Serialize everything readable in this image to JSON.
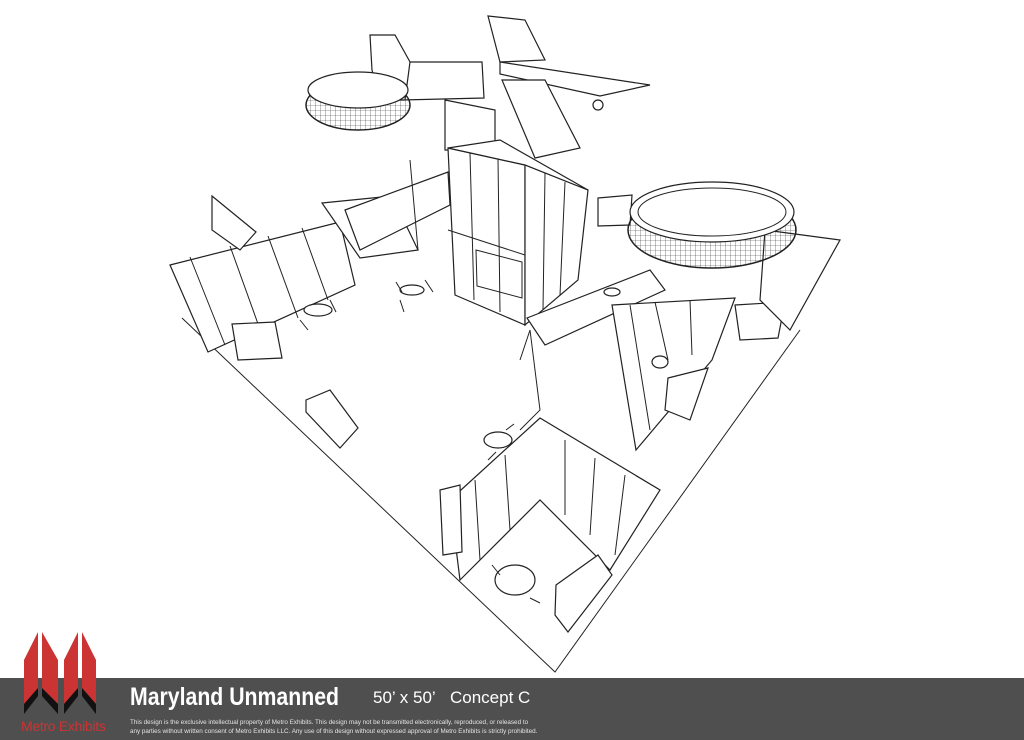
{
  "title": "Maryland Unmanned",
  "dimensions": "50’ x 50’",
  "concept": "Concept C",
  "brand": "Metro Exhibits",
  "legal_line1": "This design is the exclusive  intellectual property of Metro Exhibits. This design may not be transmitted electronically, reproduced, or released to",
  "legal_line2": "any parties without written consent of Metro Exhibits LLC. Any use of this design without expressed approval of Metro Exhibits is strictly prohibited.",
  "colors": {
    "footer": "#4f4f4f",
    "brand_red": "#cc3333"
  }
}
